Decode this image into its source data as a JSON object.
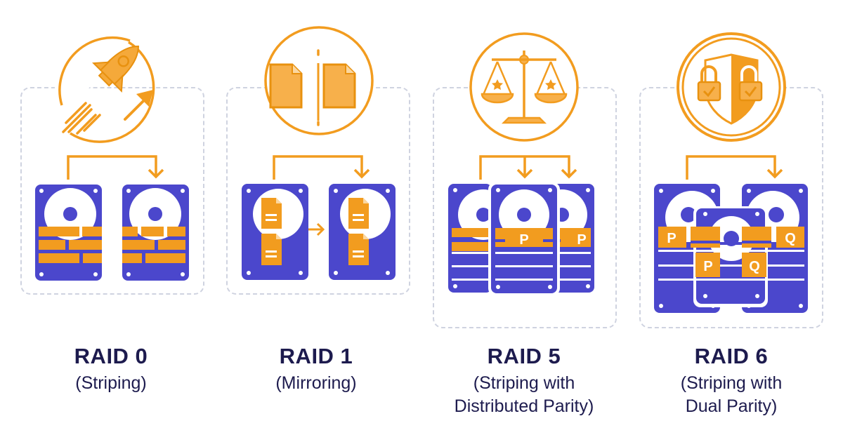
{
  "colors": {
    "accent": "#F29C1F",
    "drive": "#4B47CC",
    "text": "#1D1B4E",
    "dashed_border": "#CFD3E0",
    "background": "#FFFFFF"
  },
  "levels": [
    {
      "title": "RAID 0",
      "subtitle_lines": [
        "(Striping)"
      ],
      "icon": "rocket-icon",
      "drives": 2,
      "block_labels": []
    },
    {
      "title": "RAID 1",
      "subtitle_lines": [
        "(Mirroring)"
      ],
      "icon": "mirrored-documents-icon",
      "drives": 2,
      "block_labels": []
    },
    {
      "title": "RAID 5",
      "subtitle_lines": [
        "(Striping with",
        "Distributed Parity)"
      ],
      "icon": "balance-scale-icon",
      "drives": 3,
      "block_labels": [
        "P",
        "P"
      ]
    },
    {
      "title": "RAID 6",
      "subtitle_lines": [
        "(Striping with",
        "Dual Parity)"
      ],
      "icon": "shield-locks-icon",
      "drives": 3,
      "block_labels": [
        "P",
        "Q",
        "P",
        "Q"
      ]
    }
  ]
}
